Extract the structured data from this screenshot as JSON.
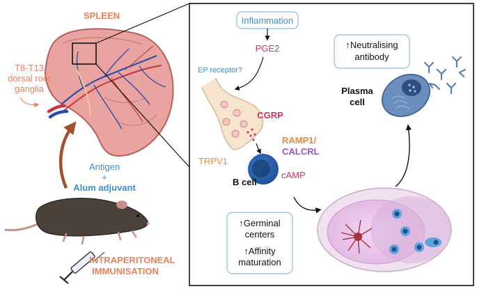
{
  "labels": {
    "spleen": "SPLEEN",
    "drg_line1": "T8-T13",
    "drg_line2": "dorsal root",
    "drg_line3": "ganglia",
    "antigen": "Antigen",
    "plus": "+",
    "adjuvant": "Alum adjuvant",
    "route_line1": "INTRAPERITONEAL",
    "route_line2": "IMMUNISATION",
    "inflammation": "Inflammation",
    "pge2": "PGE2",
    "ep_receptor": "EP receptor?",
    "cgrp": "CGRP",
    "trpv1": "TRPV1",
    "ramp1": "RAMP1/",
    "calcrl": "CALCRL",
    "b_cell": "B cell",
    "camp": "cAMP",
    "gc_line1": "↑Germinal",
    "gc_line2": "centers",
    "aff_line1": "↑Affinity",
    "aff_line2": "maturation",
    "ab_line1": "↑Neutralising",
    "ab_line2": "antibody",
    "plasma_line1": "Plasma",
    "plasma_line2": "cell"
  },
  "colors": {
    "orange": "#e8825a",
    "brown_arrow": "#a0522d",
    "blue": "#3b8fd4",
    "crimson": "#d2335c",
    "purple": "#9b4fd1",
    "ramp_orange": "#e88a3c",
    "spleen_fill": "#e9a3a0",
    "box_border": "#9dc3e6"
  }
}
